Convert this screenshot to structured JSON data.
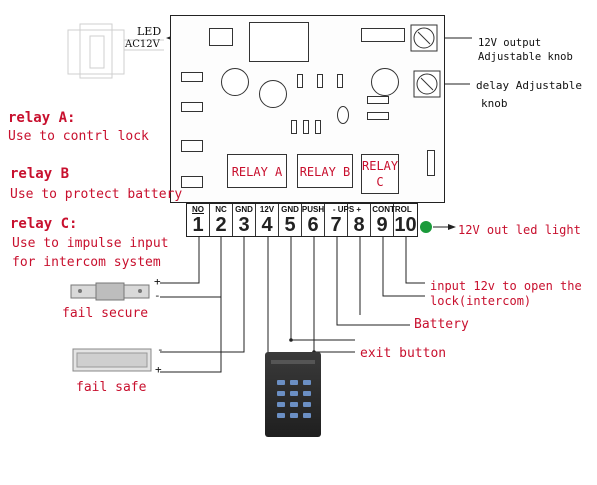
{
  "top_labels": {
    "led": "LED",
    "ac12v": "AC12V",
    "output_knob_line1": "12V output",
    "output_knob_line2": "Adjustable knob",
    "delay_knob_line1": "delay Adjustable",
    "delay_knob_line2": "knob"
  },
  "relay_descriptions": [
    {
      "title": "relay A:",
      "desc": "Use to  contrl lock"
    },
    {
      "title": "relay B",
      "desc": "Use to protect battery"
    },
    {
      "title": "relay C:",
      "desc_line1": "Use to impulse input",
      "desc_line2": "for intercom system"
    }
  ],
  "board_relays": {
    "a": "RELAY A",
    "b": "RELAY B",
    "c_line1": "RELAY",
    "c_line2": "C"
  },
  "terminals": [
    {
      "label": "NO",
      "number": "1"
    },
    {
      "label": "NC",
      "number": "2"
    },
    {
      "label": "GND",
      "number": "3"
    },
    {
      "label": "12V",
      "number": "4"
    },
    {
      "label": "GND",
      "number": "5"
    },
    {
      "label": "PUSH",
      "number": "6"
    },
    {
      "label": "- UPS +",
      "number": "7"
    },
    {
      "label": "",
      "number": "8"
    },
    {
      "label": "CONTROL",
      "number": "9"
    },
    {
      "label": "",
      "number": "10"
    }
  ],
  "right_labels": {
    "led_light": "12V out led light",
    "intercom_line1": "input 12v to open the",
    "intercom_line2": "lock(intercom)",
    "battery": "Battery",
    "exit_button": "exit button"
  },
  "lock_labels": {
    "fail_secure": "fail secure",
    "fail_safe": "fail safe",
    "plus": "+",
    "minus": "-"
  },
  "colors": {
    "accent_red": "#c8102e",
    "led_red": "#d0101a",
    "led_green": "#1a9a3a",
    "keypad_keys": "#6b8fc4"
  }
}
